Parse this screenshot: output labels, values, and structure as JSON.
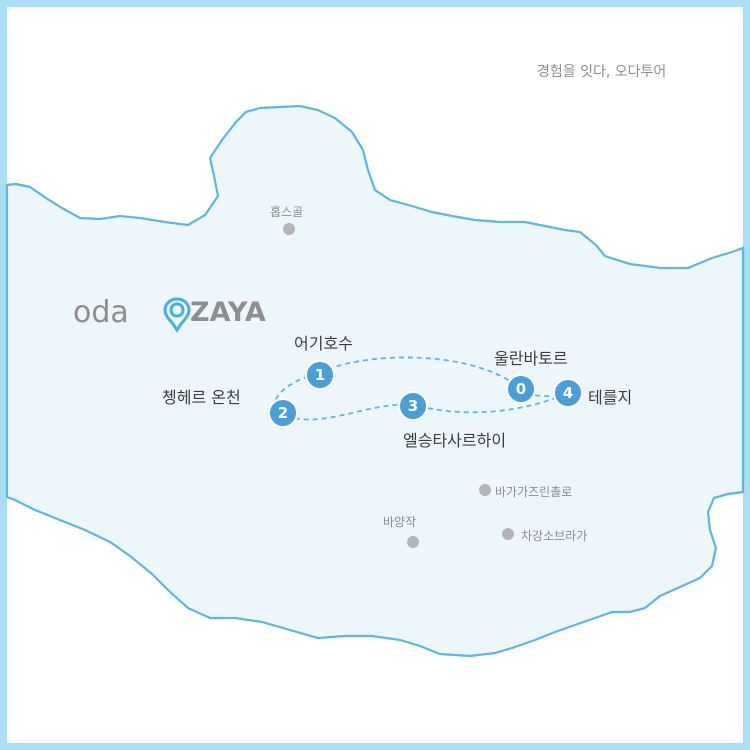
{
  "tagline": "경험을 잇다, 오다투어",
  "logo": {
    "brand": "oda",
    "product": "ZAYA"
  },
  "stops": [
    {
      "number": "1",
      "name": "어기호수"
    },
    {
      "number": "2",
      "name": "쳉헤르 온천"
    },
    {
      "number": "3",
      "name": "엘승타사르하이"
    },
    {
      "number": "0",
      "name": "울란바토르"
    },
    {
      "number": "4",
      "name": "테를지"
    }
  ],
  "minor_places": [
    {
      "name": "홉스골"
    },
    {
      "name": "바가가즈린촐로"
    },
    {
      "name": "바양작"
    },
    {
      "name": "차강소브라가"
    }
  ],
  "colors": {
    "frame": "#a9def6",
    "land": "#edf7fb",
    "border": "#5fb6de",
    "marker": "#4a9fd8",
    "minor_dot": "#b5b5b5"
  }
}
